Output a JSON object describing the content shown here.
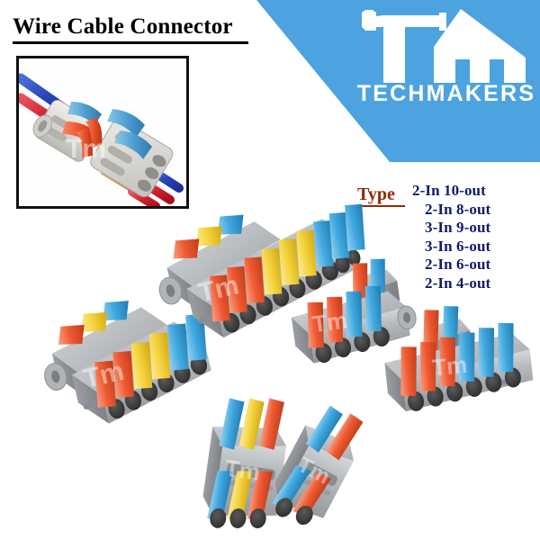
{
  "header": {
    "title": "Wire Cable Connector"
  },
  "brand": {
    "logo_mark": "tm-hammer-house-logo",
    "name": "TECHMAKERS",
    "banner_color": "#4da3e0",
    "logo_text_color": "#ffffff"
  },
  "type_section": {
    "label": "Type",
    "label_color": "#8f2b08",
    "item_color": "#111a66",
    "items": [
      "2-In 10-out",
      "2-In 8-out",
      "3-In 9-out",
      "3-In 6-out",
      "2-In 6-out",
      "2-In 4-out"
    ]
  },
  "inset_photo": {
    "caption": "wire-cable-connector-with-wires",
    "wire_colors": [
      "#2a4fc4",
      "#d32030"
    ],
    "body_color": "#d9d9d4",
    "lever_colors": [
      "#5aa7d8",
      "#e8502a"
    ]
  },
  "watermark": {
    "text": "Tm"
  },
  "palette": {
    "body_gray": "#a8acaf",
    "body_gray_light": "#c6cacd",
    "body_gray_dark": "#8a8e92",
    "lever_orange": "#ef5a33",
    "lever_yellow": "#f5d33c",
    "lever_blue": "#41a8e0",
    "port_dark": "#3b3b3b"
  },
  "products": [
    {
      "id": "p1",
      "name": "connector-3in-9out",
      "ports_in": 3,
      "ports_out": 9,
      "lever_colors": [
        "orange",
        "yellow",
        "blue"
      ]
    },
    {
      "id": "p2",
      "name": "connector-3in-6out",
      "ports_in": 3,
      "ports_out": 6,
      "lever_colors": [
        "orange",
        "yellow",
        "blue"
      ]
    },
    {
      "id": "p3",
      "name": "connector-2in-4out",
      "ports_in": 2,
      "ports_out": 4,
      "lever_colors": [
        "orange",
        "blue"
      ]
    },
    {
      "id": "p4",
      "name": "connector-2in-6out",
      "ports_in": 2,
      "ports_out": 6,
      "lever_colors": [
        "orange",
        "blue"
      ]
    },
    {
      "id": "p5",
      "name": "connector-3in-3out",
      "ports_in": 3,
      "ports_out": 3,
      "lever_colors": [
        "blue",
        "yellow",
        "orange"
      ]
    },
    {
      "id": "p6",
      "name": "connector-2in-2out",
      "ports_in": 2,
      "ports_out": 2,
      "lever_colors": [
        "blue",
        "orange"
      ]
    }
  ]
}
